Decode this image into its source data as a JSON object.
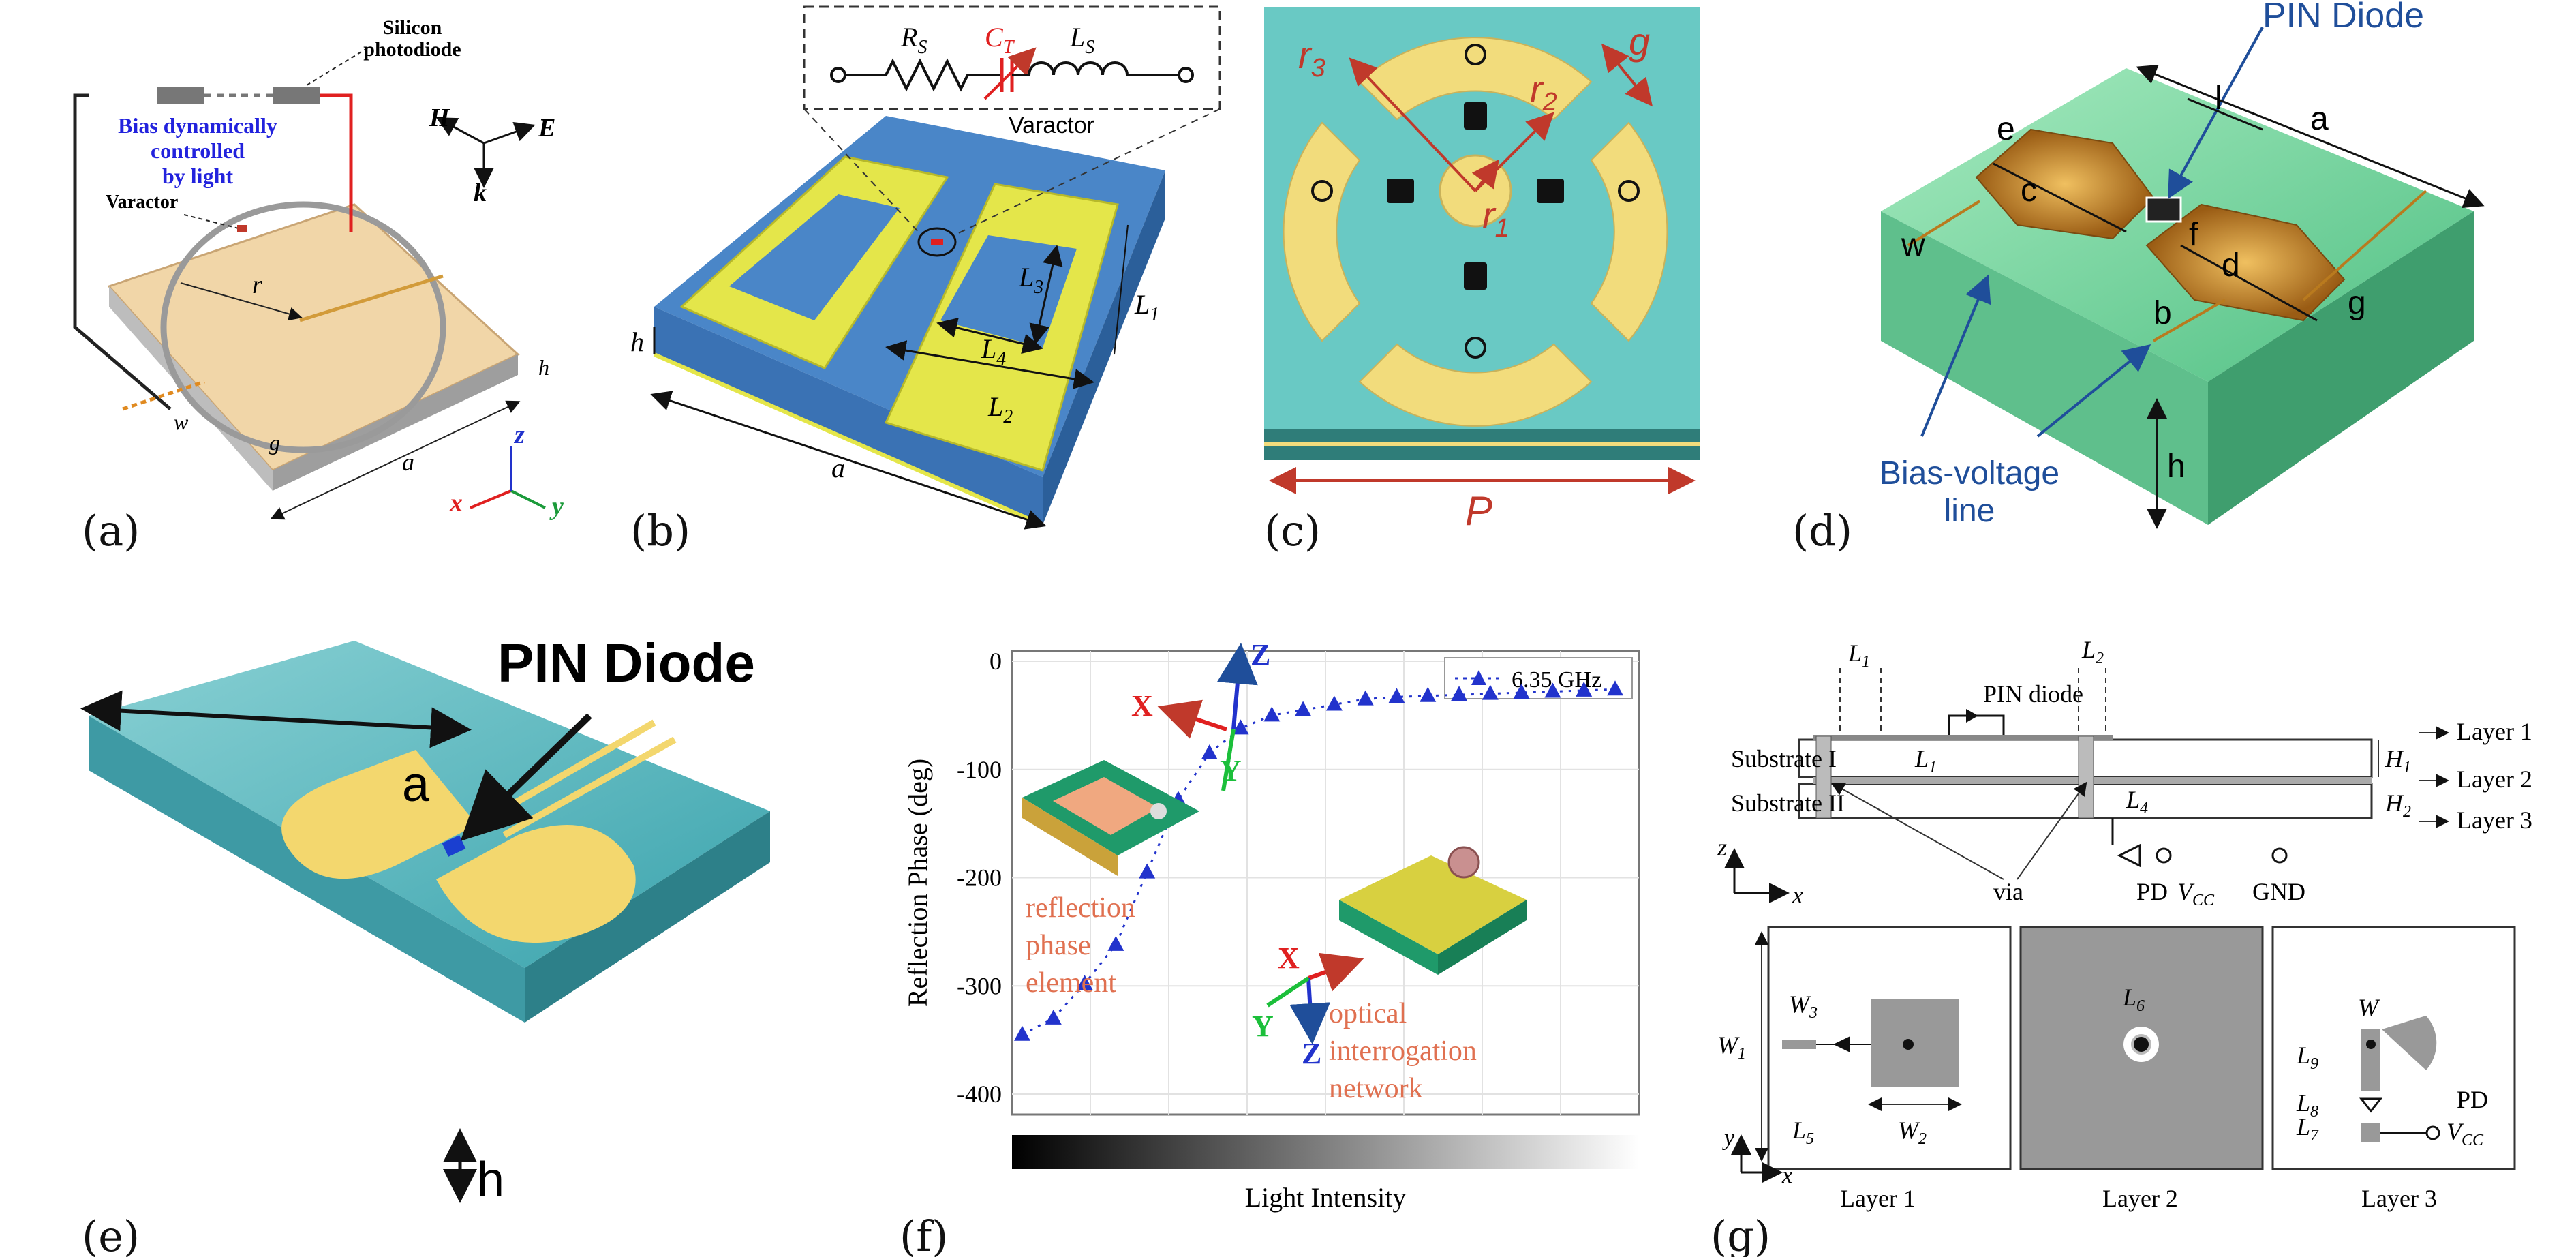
{
  "panels": {
    "a": {
      "label": "(a)",
      "silicon_photodiode": [
        "Silicon",
        "photodiode"
      ],
      "bias_text": [
        "Bias dynamically",
        "controlled",
        "by light"
      ],
      "varactor": "Varactor",
      "r": "r",
      "h": "h",
      "w": "w",
      "g": "g",
      "a": "a",
      "H": "H",
      "E": "E",
      "k": "k",
      "x": "x",
      "y": "y",
      "z": "z",
      "colors": {
        "substrate": "#f1d6a8",
        "bias": "#2222dd",
        "red_line": "#e02020"
      }
    },
    "b": {
      "label": "(b)",
      "Rs": "R",
      "Rs_sub": "S",
      "Ct": "C",
      "Ct_sub": "T",
      "Ls": "L",
      "Ls_sub": "S",
      "varactor": "Varactor",
      "L1": "L",
      "L1_sub": "1",
      "L2": "L",
      "L2_sub": "2",
      "L3": "L",
      "L3_sub": "3",
      "L4": "L",
      "L4_sub": "4",
      "h": "h",
      "a": "a",
      "colors": {
        "patch": "#e4e64a",
        "substrate": "#4a86c8"
      }
    },
    "c": {
      "label": "(c)",
      "r1": "r",
      "r1_sub": "1",
      "r2": "r",
      "r2_sub": "2",
      "r3": "r",
      "r3_sub": "3",
      "g": "g",
      "P": "P",
      "colors": {
        "substrate": "#69c9c4",
        "metal": "#f2dc7c",
        "dim": "#c0392b"
      }
    },
    "d": {
      "label": "(d)",
      "pin_diode": "PIN Diode",
      "bias_line": [
        "Bias-voltage",
        "line"
      ],
      "letters": {
        "e": "e",
        "l": "l",
        "a": "a",
        "c": "c",
        "f": "f",
        "d": "d",
        "w": "w",
        "g": "g",
        "b": "b",
        "h": "h"
      },
      "colors": {
        "substrate": "#7fdca0",
        "patch": "#c98a2e",
        "arrow": "#1f4e9a"
      }
    },
    "e": {
      "label": "(e)",
      "pin_diode": "PIN Diode",
      "a": "a",
      "h": "h",
      "colors": {
        "substrate": "#4fb6be",
        "patch": "#f3d76e",
        "diode": "#1a3fd0"
      }
    },
    "f": {
      "label": "(f)",
      "legend": "6.35 GHz",
      "ylabel": "Reflection Phase (deg)",
      "xlabel": "Light Intensity",
      "annotation_left": [
        "reflection",
        "phase",
        "element"
      ],
      "annotation_right": [
        "optical",
        "interrogation",
        "network"
      ],
      "axes_left": {
        "x": "X",
        "y": "Y",
        "z": "Z"
      },
      "axes_right": {
        "x": "X",
        "y": "Y",
        "z": "Z"
      }
    },
    "g": {
      "label": "(g)",
      "L1": "L",
      "L1_sub": "1",
      "L2": "L",
      "L2_sub": "2",
      "pin_diode": "PIN diode",
      "L1b": "L",
      "L1b_sub": "1",
      "layer1": "Layer 1",
      "layer2": "Layer 2",
      "layer3": "Layer 3",
      "substrate1": "Substrate I",
      "substrate2": "Substrate II",
      "H1": "H",
      "H1_sub": "1",
      "H2": "H",
      "H2_sub": "2",
      "L4": "L",
      "L4_sub": "4",
      "via": "via",
      "PD": "PD",
      "Vcc": "V",
      "Vcc_sub": "CC",
      "GND": "GND",
      "z": "z",
      "x": "x",
      "y": "y",
      "x2": "x",
      "W3": "W",
      "W3_sub": "3",
      "W1": "W",
      "W1_sub": "1",
      "L5": "L",
      "L5_sub": "5",
      "W2": "W",
      "W2_sub": "2",
      "L6": "L",
      "L6_sub": "6",
      "W": "W",
      "L9": "L",
      "L9_sub": "9",
      "L8": "L",
      "L8_sub": "8",
      "L7": "L",
      "L7_sub": "7",
      "PD2": "PD",
      "Vcc2": "V",
      "Vcc2_sub": "CC",
      "cap1": "Layer 1",
      "cap2": "Layer 2",
      "cap3": "Layer 3"
    }
  },
  "chart_data": {
    "type": "scatter",
    "series": [
      {
        "name": "6.35 GHz",
        "x": [
          0,
          1,
          2,
          3,
          4,
          5,
          6,
          7,
          8,
          9,
          10,
          11,
          12,
          13,
          14,
          15,
          16,
          17,
          18,
          19
        ],
        "y": [
          -345,
          -330,
          -298,
          -262,
          -195,
          -128,
          -85,
          -62,
          -50,
          -45,
          -40,
          -35,
          -33,
          -32,
          -31,
          -30,
          -29,
          -28,
          -27,
          -26
        ]
      }
    ],
    "xlabel": "Light Intensity",
    "ylabel": "Reflection Phase (deg)",
    "ylim": [
      -400,
      0
    ],
    "yticks": [
      0,
      -100,
      -200,
      -300,
      -400
    ],
    "grid": true,
    "legend": "top-right"
  }
}
